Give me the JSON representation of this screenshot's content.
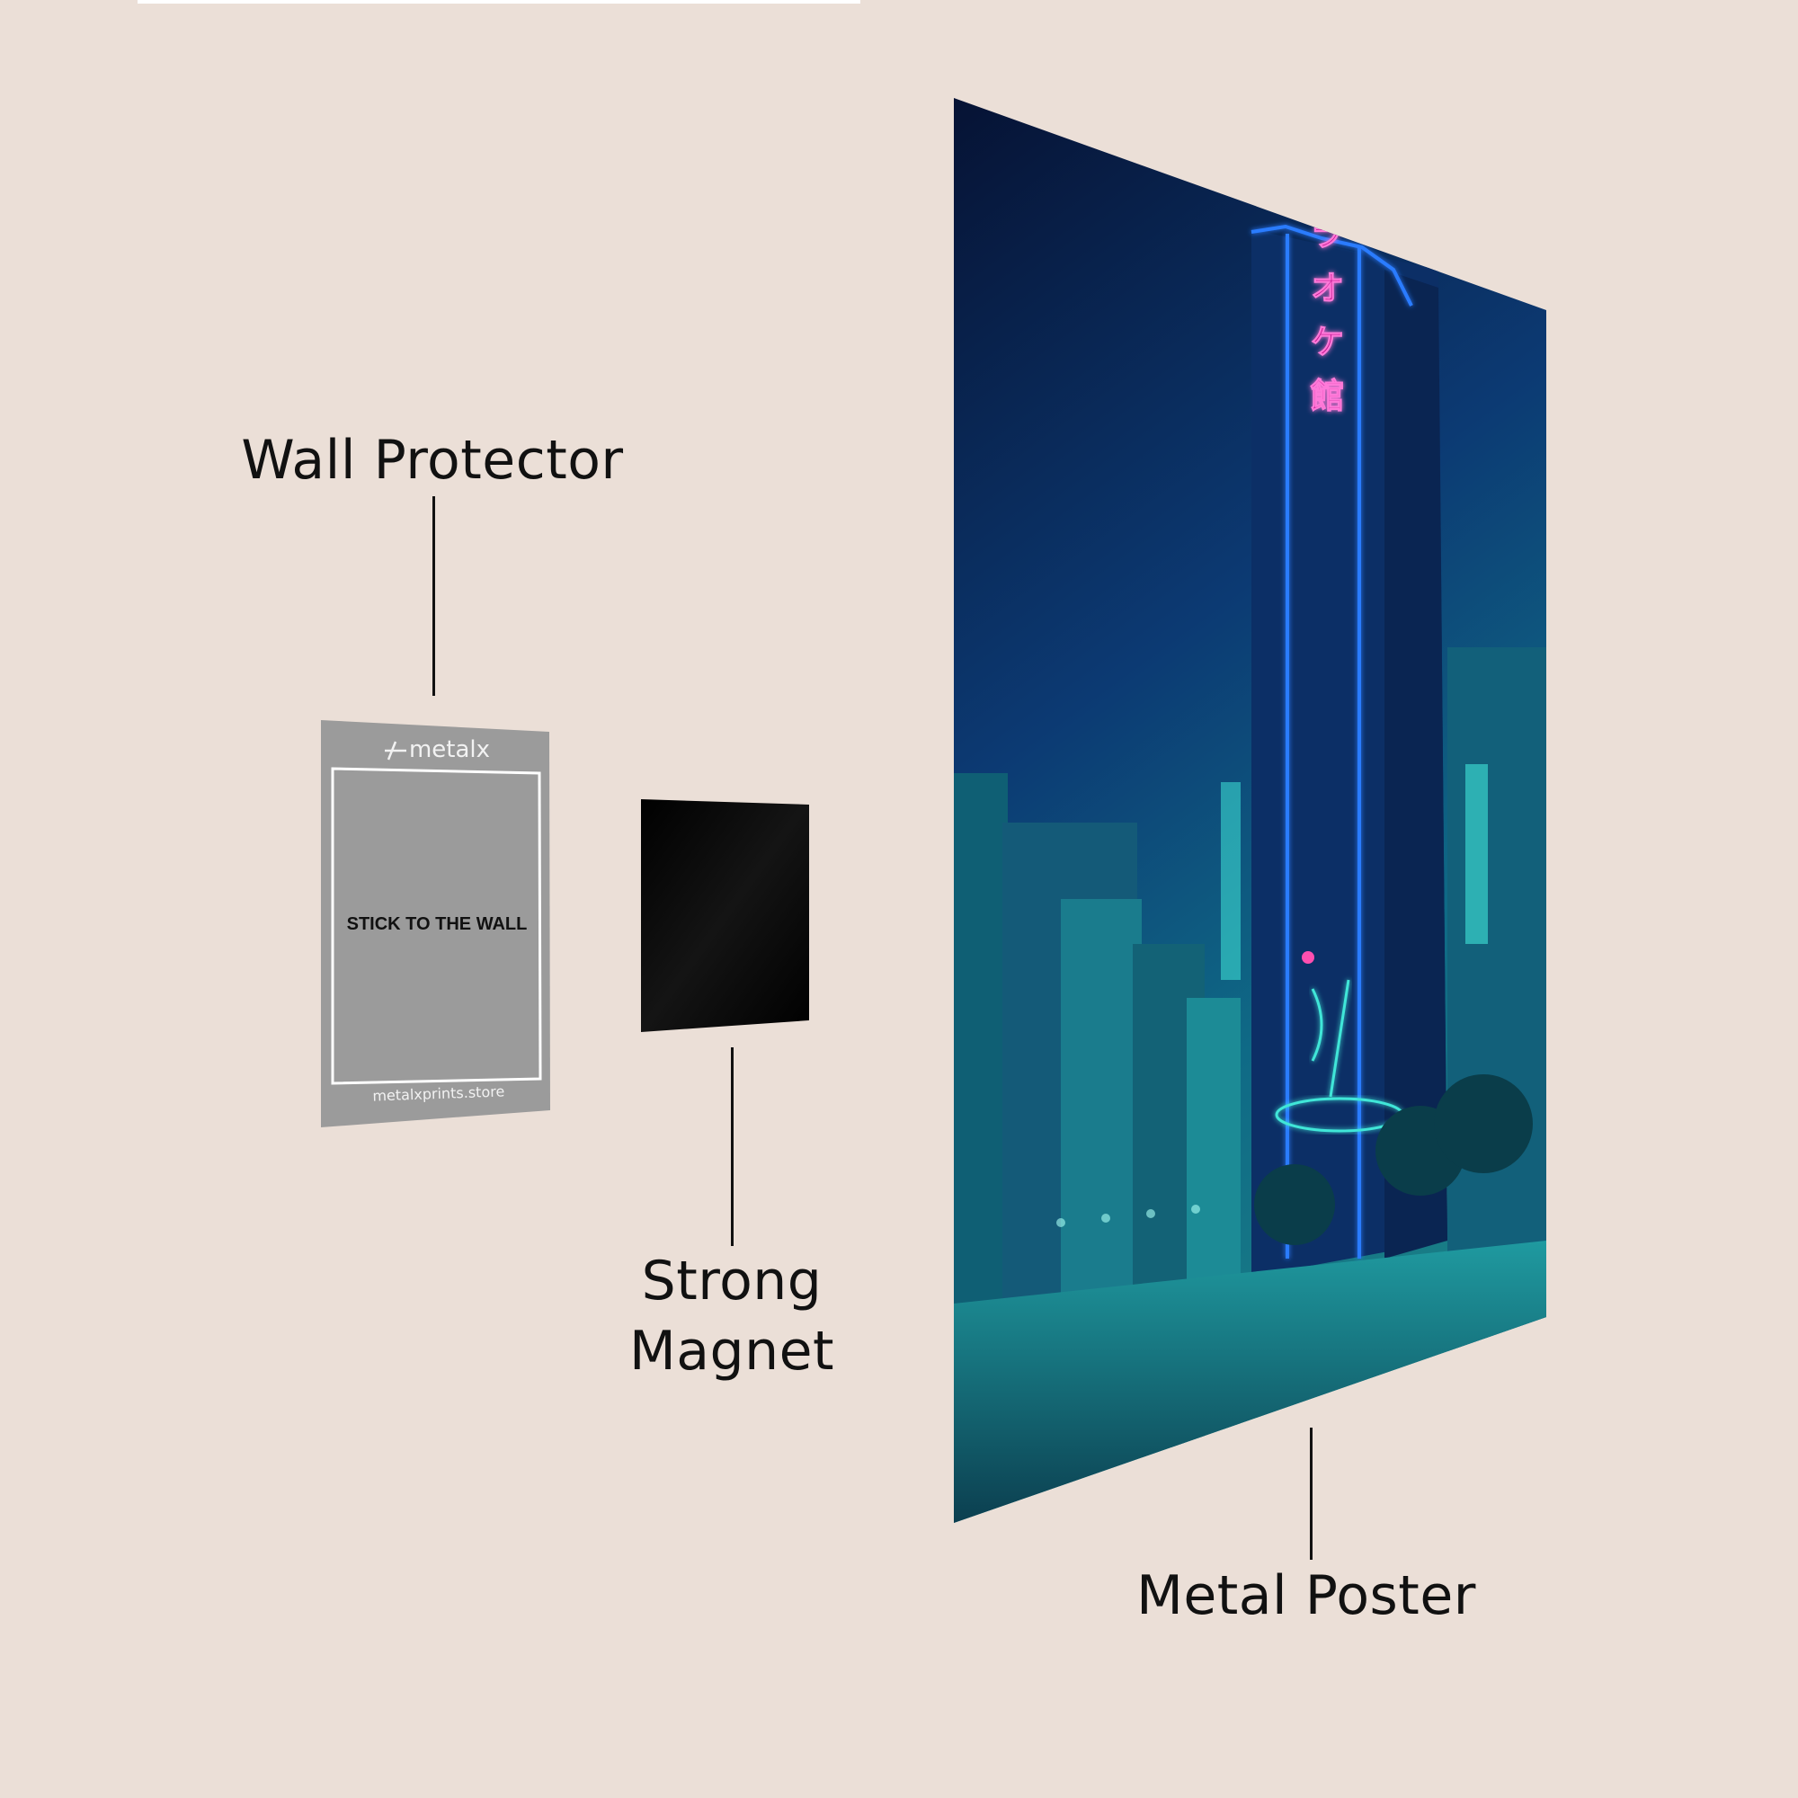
{
  "labels": {
    "wall_protector": "Wall Protector",
    "strong_magnet_line1": "Strong",
    "strong_magnet_line2": "Magnet",
    "metal_poster": "Metal Poster"
  },
  "wall_protector_card": {
    "brand": "metalx",
    "instruction": "STICK TO THE WALL",
    "website": "metalxprints.store"
  },
  "poster": {
    "neon_sign": "カラオケ館"
  },
  "colors": {
    "background": "#ebdfd7",
    "protector_gray": "#9b9b9b",
    "magnet_black": "#050505",
    "poster_sky_top": "#07163f",
    "poster_sky_bottom": "#0d4f7a",
    "neon_blue": "#2a7bff",
    "neon_magenta": "#c2148f",
    "neon_cyan": "#3fe6d8"
  }
}
